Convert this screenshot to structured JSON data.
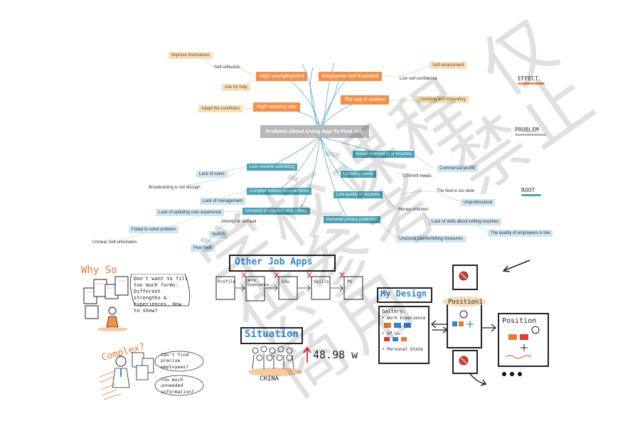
{
  "mindmap": {
    "center": "Problem About Using App To Find Job",
    "effect_nodes": {
      "high_unemployment": "High unemployment",
      "high_vacancy": "High vacancy rate",
      "employees_frustrated": "Employees feel frustrated",
      "app_useless": "The app is useless"
    },
    "effect_leaves": {
      "improve_themselves": "Improve themselves",
      "self_reflection": "Self-reflection",
      "ask_for_help": "Ask for help",
      "adapt_conditions": "Adapt the conditions",
      "self_assessment": "Self-assessment",
      "low_self_confidence": "Low self-confidence",
      "updating_innovating": "Updating and innovating"
    },
    "root_nodes": {
      "less_resume_submitting": "Less resume submitting",
      "complex_tedious_resume": "Complex tedious resume forms",
      "unsound_distribution": "Unsound distribution of positions",
      "actual_information": "Actual information of resumes",
      "updating_slowly": "Updating slowly",
      "low_quality_resumes": "Low quality of resumes",
      "personal_privacy": "Personal privacy protection"
    },
    "root_leaves": {
      "lack_of_users": "Lack of users",
      "broadcasting_not_enough": "Broadcasting is not enough",
      "lack_of_management": "Lack of management",
      "lack_updating_ux": "Lack of updating user experience",
      "failed_solve_problem": "Failed to solve problem",
      "unclear_self_orientation": "Unclear Self-orientation",
      "attempt_to_defraud": "Attempt to defraud",
      "selfish": "Selfish",
      "fear_theft": "Fear theft",
      "commercial_profits": "Commercial profits",
      "different_needs": "Different needs",
      "field_too_wide": "The field is too wide",
      "unprofessional": "Unprofessional",
      "money_oriented": "Money-oriented",
      "lack_skills_resumes": "Lack of skills about writing resumes",
      "quality_employees_low": "The quality of employees is low",
      "unsound_counterfeiting": "Unsound counterfeiting measures"
    },
    "legend": {
      "effect": "EFFECT",
      "problem": "PROBLEM",
      "root": "ROOT"
    },
    "colors": {
      "effect": "#f2904a",
      "effect_leaf": "#f8dfb7",
      "root": "#4aa3b6",
      "root_leaf": "#cfe6ec",
      "center": "#b8b8b8"
    }
  },
  "sketches": {
    "why_so": {
      "title": "Why So",
      "bubble": "Don't want to fill too much forms: Different strengths & experiences. How to show?"
    },
    "complex": {
      "title": "Complex?",
      "bubble1": "Can't find precise employees?",
      "bubble2": "Too much unneeded information?"
    },
    "other_apps": {
      "title": "Other Job Apps",
      "cards": [
        "Profile",
        "Work Experience",
        "Edu",
        "Skills",
        "PS"
      ]
    },
    "situation": {
      "title": "Situation",
      "caption": "CHINA",
      "figure": "48.98 w"
    },
    "my_design": {
      "title": "My Design",
      "list": [
        "Gallery:",
        "• Work Experience",
        "• Of US:",
        "• Personal State"
      ],
      "position1": "Position1",
      "position2": "Position"
    }
  },
  "watermark": "学校课程 仅供参考 禁止商用"
}
